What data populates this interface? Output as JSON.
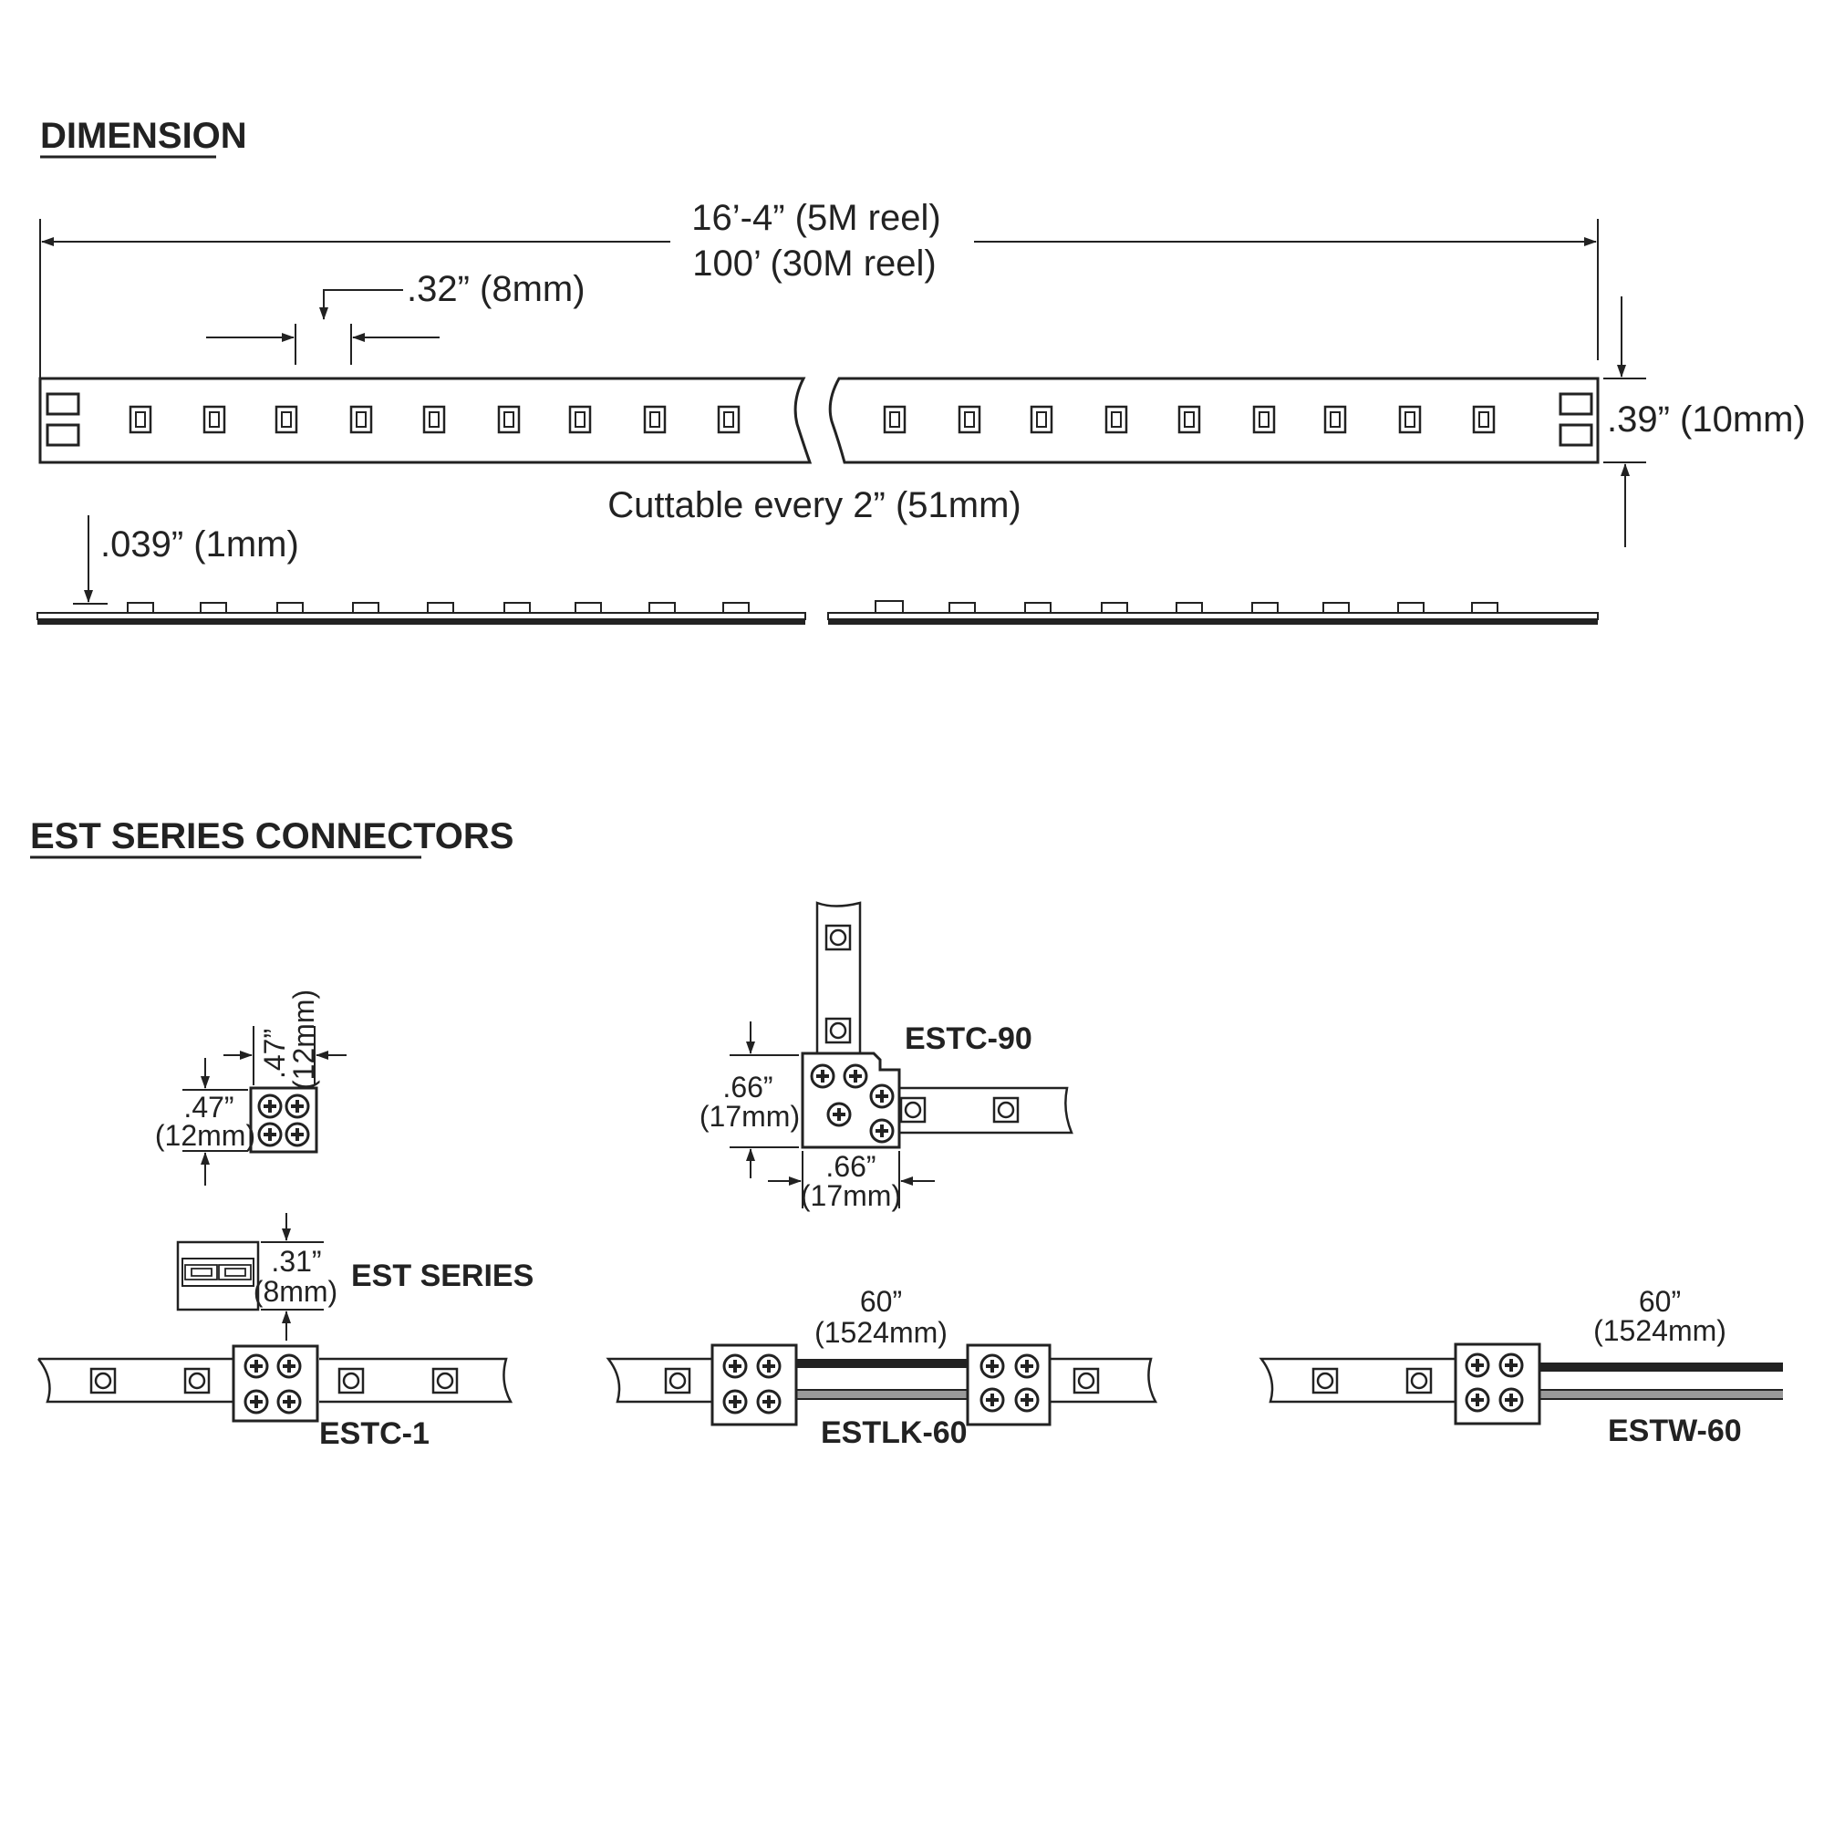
{
  "sections": {
    "dimension_heading": "DIMENSION",
    "connectors_heading": "EST SERIES CONNECTORS"
  },
  "dimension": {
    "overall_length_1": "16’-4” (5M reel)",
    "overall_length_2": "100’ (30M reel)",
    "led_pitch": ".32” (8mm)",
    "strip_width": ".39” (10mm)",
    "cut_interval": "Cuttable every 2” (51mm)",
    "strip_thickness": ".039” (1mm)"
  },
  "connectors": {
    "est_series": {
      "label": "EST SERIES",
      "width_in": ".47”",
      "width_mm": "(12mm)",
      "height_in": ".47”",
      "height_mm": "(12mm)",
      "thickness_in": ".31”",
      "thickness_mm": "(8mm)"
    },
    "estc_1": {
      "label": "ESTC-1"
    },
    "estc_90": {
      "label": "ESTC-90",
      "height_in": ".66”",
      "height_mm": "(17mm)",
      "width_in": ".66”",
      "width_mm": "(17mm)"
    },
    "estlk_60": {
      "label": "ESTLK-60",
      "length_in": "60”",
      "length_mm": "(1524mm)"
    },
    "estw_60": {
      "label": "ESTW-60",
      "length_in": "60”",
      "length_mm": "(1524mm)"
    }
  },
  "colors": {
    "ink": "#222222",
    "wire_gray": "#999999",
    "background": "#ffffff"
  }
}
